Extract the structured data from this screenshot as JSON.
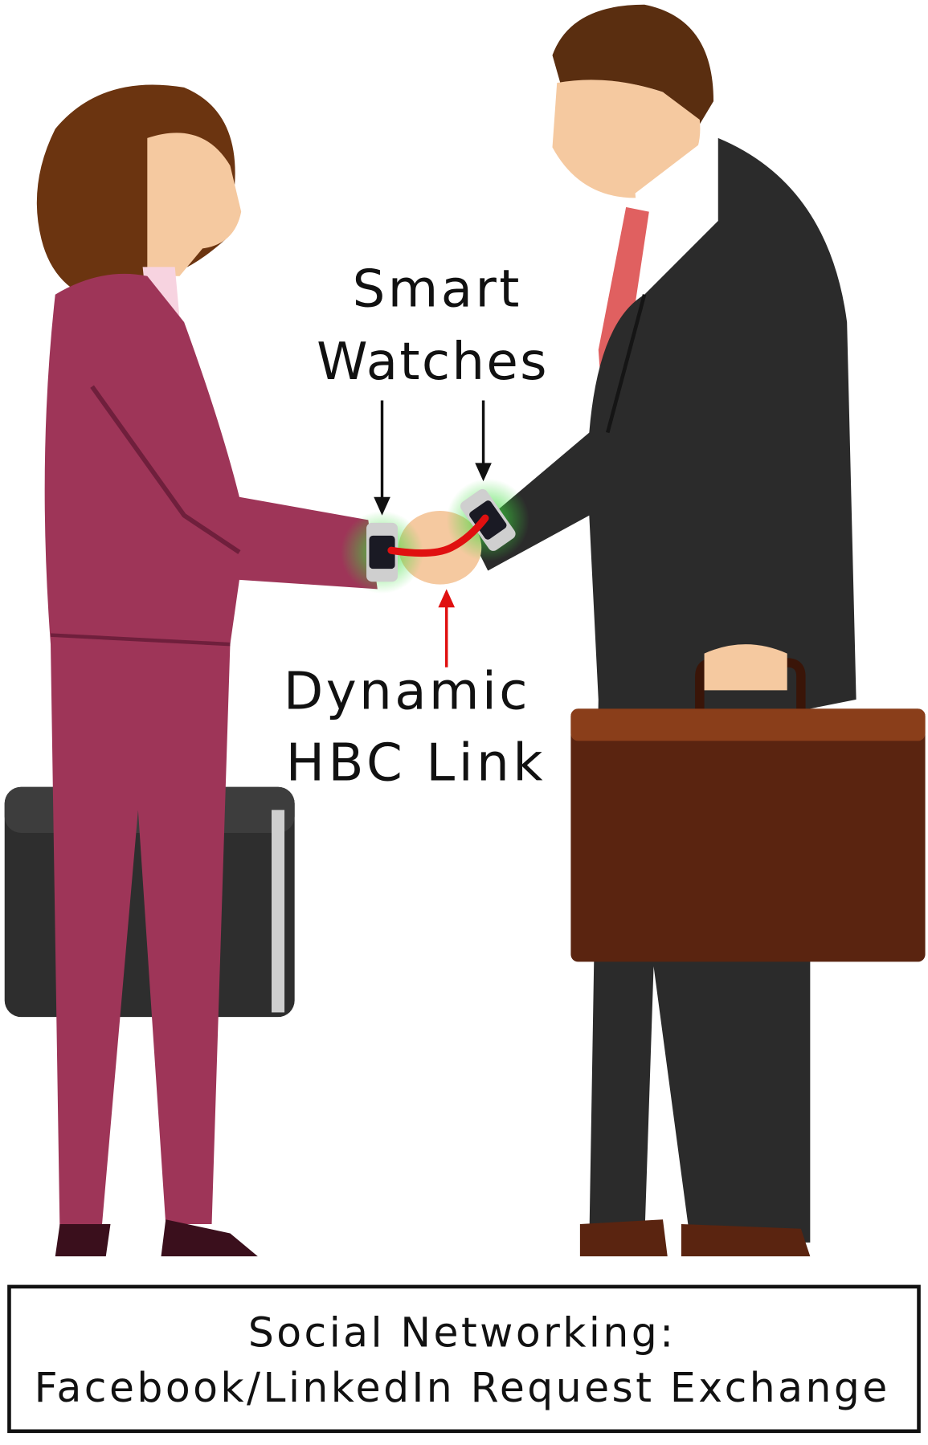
{
  "labels": {
    "smart_watches_line1": "Smart",
    "smart_watches_line2": "Watches",
    "link_line1": "Dynamic",
    "link_line2": "HBC Link"
  },
  "caption": {
    "line1": "Social Networking:",
    "line2": "Facebook/LinkedIn Request Exchange"
  },
  "colors": {
    "woman_suit": "#9e3558",
    "man_suit": "#2b2b2b",
    "briefcase": "#5a2410",
    "link": "#e01010",
    "glow": "#3ddc3d"
  }
}
